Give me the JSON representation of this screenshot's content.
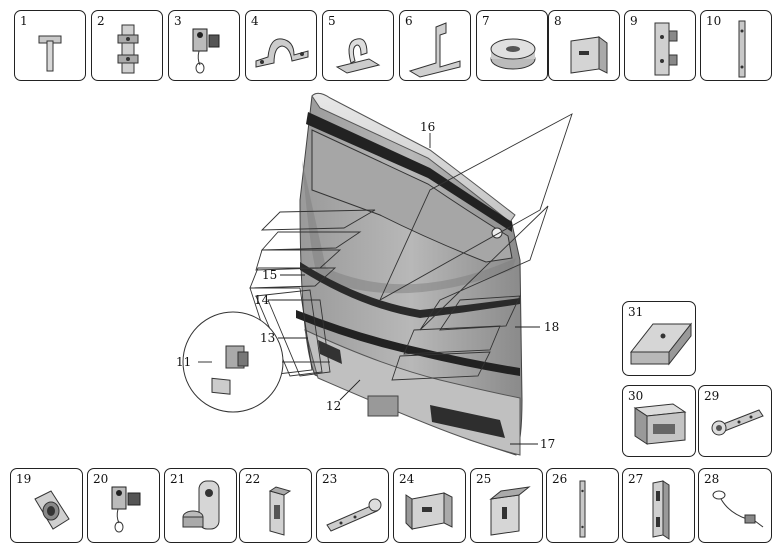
{
  "parts_top": [
    {
      "num": "1",
      "icon": "t-bolt-icon"
    },
    {
      "num": "2",
      "icon": "hinge-plate-icon"
    },
    {
      "num": "3",
      "icon": "latch-with-cable-icon"
    },
    {
      "num": "4",
      "icon": "pipe-clamp-icon"
    },
    {
      "num": "5",
      "icon": "spring-clip-icon"
    },
    {
      "num": "6",
      "icon": "z-bracket-icon"
    },
    {
      "num": "7",
      "icon": "rubber-ring-icon"
    },
    {
      "num": "8",
      "icon": "angle-plate-icon"
    },
    {
      "num": "9",
      "icon": "hinge-bracket-icon"
    },
    {
      "num": "10",
      "icon": "long-strip-icon"
    }
  ],
  "parts_bottom": [
    {
      "num": "19",
      "icon": "flange-plate-icon"
    },
    {
      "num": "20",
      "icon": "latch-with-cable-icon"
    },
    {
      "num": "21",
      "icon": "pin-plate-icon"
    },
    {
      "num": "22",
      "icon": "l-bracket-icon"
    },
    {
      "num": "23",
      "icon": "slotted-bar-icon"
    },
    {
      "num": "24",
      "icon": "u-bracket-icon"
    },
    {
      "num": "25",
      "icon": "l-bracket-slot-icon"
    },
    {
      "num": "26",
      "icon": "thin-strip-icon"
    },
    {
      "num": "27",
      "icon": "slotted-angle-icon"
    },
    {
      "num": "28",
      "icon": "cable-hook-icon"
    }
  ],
  "parts_side": [
    {
      "num": "31",
      "icon": "channel-bracket-icon"
    },
    {
      "num": "30",
      "icon": "box-bracket-icon"
    },
    {
      "num": "29",
      "icon": "roller-bracket-icon"
    }
  ],
  "callouts": {
    "c11": "11",
    "c12": "12",
    "c13": "13",
    "c14": "14",
    "c15": "15",
    "c16": "16",
    "c17": "17",
    "c18": "18"
  }
}
